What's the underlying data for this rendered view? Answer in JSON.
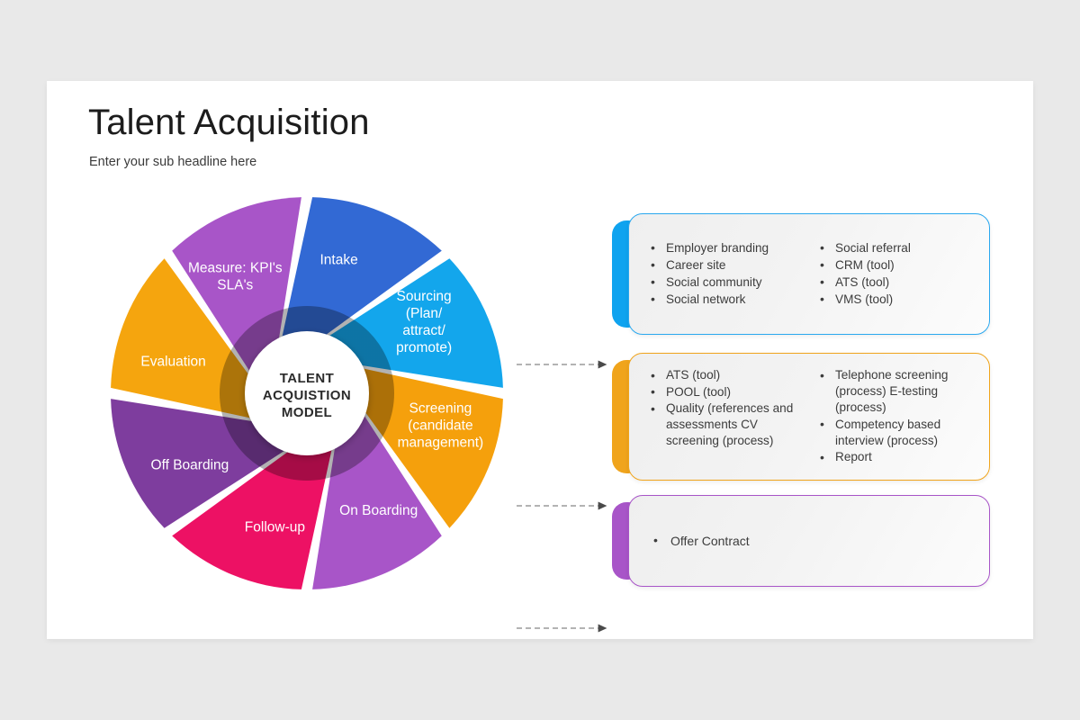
{
  "slide": {
    "title": "Talent Acquisition",
    "subtitle": "Enter your sub headline here",
    "background_color": "#e9e9e9",
    "surface_color": "#ffffff"
  },
  "wheel": {
    "hub": {
      "line1": "TALENT",
      "line2": "ACQUISTION",
      "line3": "MODEL"
    },
    "segments": [
      {
        "id": "intake",
        "label": "Intake",
        "color": "#3269d4"
      },
      {
        "id": "sourcing",
        "label": "Sourcing (Plan/ attract/ promote)",
        "color": "#13a6ec"
      },
      {
        "id": "screening",
        "label": "Screening (candidate management)",
        "color": "#f5a00c"
      },
      {
        "id": "onboarding",
        "label": "On Boarding",
        "color": "#a855c8"
      },
      {
        "id": "followup",
        "label": "Follow-up",
        "color": "#ed1164"
      },
      {
        "id": "offboarding",
        "label": "Off Boarding",
        "color": "#7e3d9e"
      },
      {
        "id": "evaluation",
        "label": "Evaluation",
        "color": "#f5a50e"
      },
      {
        "id": "measure",
        "label": "Measure: KPI's SLA's",
        "color": "#a855c8"
      }
    ],
    "segment_label_lines": {
      "intake": [
        "Intake"
      ],
      "sourcing": [
        "Sourcing",
        "(Plan/",
        "attract/",
        "promote)"
      ],
      "screening": [
        "Screening",
        "(candidate",
        "management)"
      ],
      "onboarding": [
        "On Boarding"
      ],
      "followup": [
        "Follow-up"
      ],
      "offboarding": [
        "Off Boarding"
      ],
      "evaluation": [
        "Evaluation"
      ],
      "measure": [
        "Measure: KPI's",
        "SLA's"
      ]
    }
  },
  "cards": [
    {
      "id": "sourcing",
      "accent_color": "#0fa3ef",
      "columns": [
        [
          "Employer branding",
          "Career site",
          "Social community",
          "Social network"
        ],
        [
          "Social referral",
          "CRM (tool)",
          "ATS (tool)",
          "VMS (tool)"
        ]
      ]
    },
    {
      "id": "screening",
      "accent_color": "#f0a41c",
      "columns": [
        [
          "ATS (tool)",
          "POOL (tool)",
          "Quality (references and assessments CV screening (process)"
        ],
        [
          "Telephone screening (process) E-testing (process)",
          "Competency based interview (process)",
          "Report"
        ]
      ]
    },
    {
      "id": "onboarding",
      "accent_color": "#a855c8",
      "columns": [
        [
          "Offer Contract"
        ],
        []
      ]
    }
  ]
}
